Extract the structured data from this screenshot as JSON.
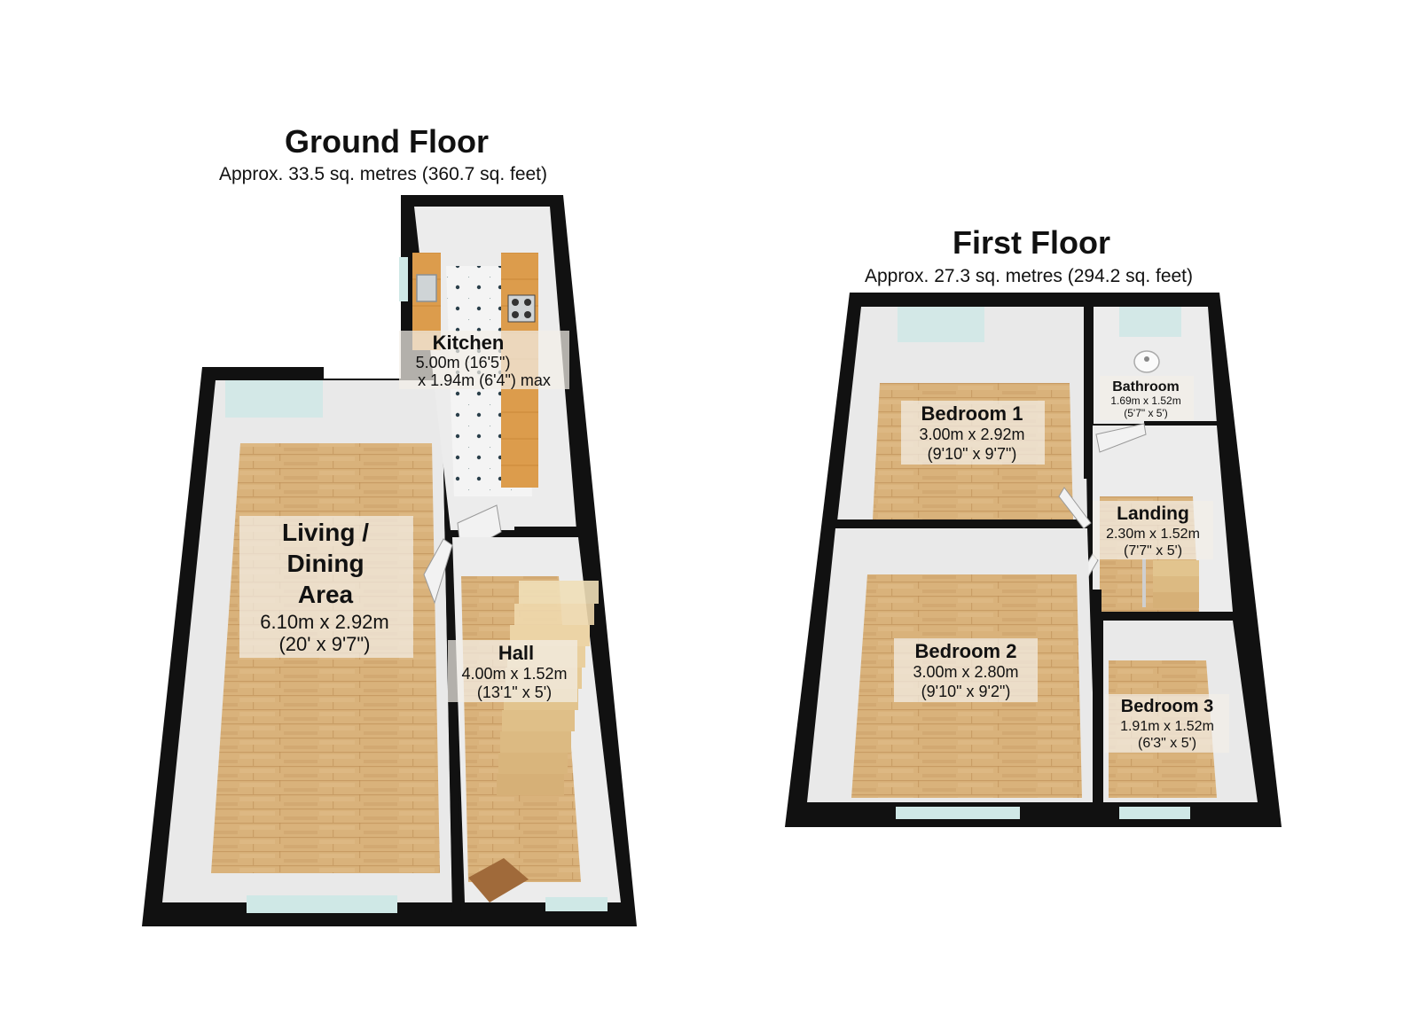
{
  "floors": [
    {
      "id": "ground",
      "title": "Ground Floor",
      "area": "Approx. 33.5 sq. metres (360.7 sq. feet)",
      "rooms": [
        {
          "id": "kitchen",
          "name": "Kitchen",
          "dims": [
            "5.00m (16'5\")",
            "x 1.94m (6'4\") max"
          ]
        },
        {
          "id": "living-dining-area",
          "name": "Living / Dining Area",
          "name_lines": [
            "Living /",
            "Dining",
            "Area"
          ],
          "dims": [
            "6.10m x 2.92m",
            "(20' x 9'7\")"
          ]
        },
        {
          "id": "hall",
          "name": "Hall",
          "dims": [
            "4.00m x 1.52m",
            "(13'1\" x 5')"
          ]
        }
      ]
    },
    {
      "id": "first",
      "title": "First Floor",
      "area": "Approx. 27.3 sq. metres (294.2 sq. feet)",
      "rooms": [
        {
          "id": "bedroom-1",
          "name": "Bedroom 1",
          "dims": [
            "3.00m x 2.92m",
            "(9'10\" x 9'7\")"
          ]
        },
        {
          "id": "bathroom",
          "name": "Bathroom",
          "dims": [
            "1.69m x 1.52m",
            "(5'7\" x 5')"
          ]
        },
        {
          "id": "landing",
          "name": "Landing",
          "dims": [
            "2.30m x 1.52m",
            "(7'7\" x 5')"
          ]
        },
        {
          "id": "bedroom-2",
          "name": "Bedroom 2",
          "dims": [
            "3.00m x 2.80m",
            "(9'10\" x 9'2\")"
          ]
        },
        {
          "id": "bedroom-3",
          "name": "Bedroom 3",
          "dims": [
            "1.91m x 1.52m",
            "(6'3\" x 5')"
          ]
        }
      ]
    }
  ],
  "colors": {
    "wall": "#111111",
    "floor_wood": "#d8ae74",
    "floor_wood_dark": "#c29055",
    "wall_inner": "#ececec",
    "tile": "#f4f4f4",
    "worktop": "#d99a4a",
    "window": "#cfe8e6",
    "door": "#efefef"
  }
}
